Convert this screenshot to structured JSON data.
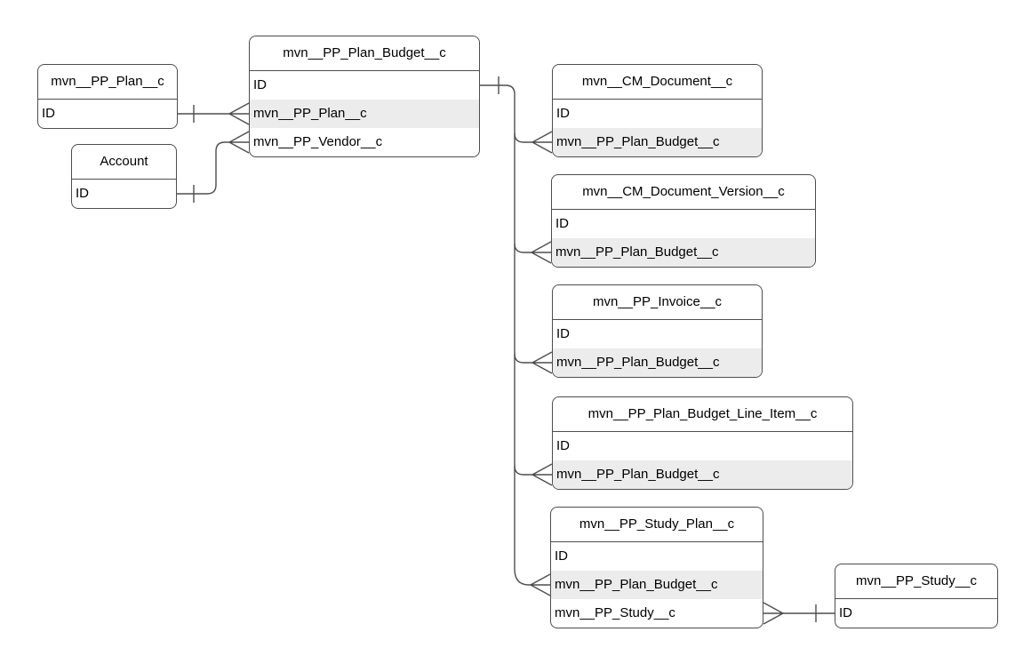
{
  "diagram": {
    "kind": "entity-relationship-diagram",
    "notation": "crows-foot",
    "colors": {
      "background": "#ffffff",
      "entity_fill": "#ffffff",
      "entity_border": "#4d4d4d",
      "edge_stroke": "#4d4d4d",
      "highlight_row_fill": "#ececec",
      "text": "#000000"
    }
  },
  "entities": [
    {
      "name": "mvn__PP_Plan__c",
      "fields": [
        {
          "label": "ID",
          "highlighted": false
        }
      ]
    },
    {
      "name": "mvn__PP_Plan_Budget__c",
      "fields": [
        {
          "label": "ID",
          "highlighted": false
        },
        {
          "label": "mvn__PP_Plan__c",
          "highlighted": true
        },
        {
          "label": "mvn__PP_Vendor__c",
          "highlighted": false
        }
      ]
    },
    {
      "name": "Account",
      "fields": [
        {
          "label": "ID",
          "highlighted": false
        }
      ]
    },
    {
      "name": "mvn__CM_Document__c",
      "fields": [
        {
          "label": "ID",
          "highlighted": false
        },
        {
          "label": "mvn__PP_Plan_Budget__c",
          "highlighted": true
        }
      ]
    },
    {
      "name": "mvn__CM_Document_Version__c",
      "fields": [
        {
          "label": "ID",
          "highlighted": false
        },
        {
          "label": "mvn__PP_Plan_Budget__c",
          "highlighted": true
        }
      ]
    },
    {
      "name": "mvn__PP_Invoice__c",
      "fields": [
        {
          "label": "ID",
          "highlighted": false
        },
        {
          "label": "mvn__PP_Plan_Budget__c",
          "highlighted": true
        }
      ]
    },
    {
      "name": "mvn__PP_Plan_Budget_Line_Item__c",
      "fields": [
        {
          "label": "ID",
          "highlighted": false
        },
        {
          "label": "mvn__PP_Plan_Budget__c",
          "highlighted": true
        }
      ]
    },
    {
      "name": "mvn__PP_Study_Plan__c",
      "fields": [
        {
          "label": "ID",
          "highlighted": false
        },
        {
          "label": "mvn__PP_Plan_Budget__c",
          "highlighted": true
        },
        {
          "label": "mvn__PP_Study__c",
          "highlighted": false
        }
      ]
    },
    {
      "name": "mvn__PP_Study__c",
      "fields": [
        {
          "label": "ID",
          "highlighted": false
        }
      ]
    }
  ],
  "relationships": [
    {
      "one_entity": "mvn__PP_Plan__c",
      "one_field": "ID",
      "many_entity": "mvn__PP_Plan_Budget__c",
      "many_field": "mvn__PP_Plan__c",
      "type": "one-to-many"
    },
    {
      "one_entity": "Account",
      "one_field": "ID",
      "many_entity": "mvn__PP_Plan_Budget__c",
      "many_field": "mvn__PP_Vendor__c",
      "type": "one-to-many"
    },
    {
      "one_entity": "mvn__PP_Plan_Budget__c",
      "one_field": "ID",
      "many_entity": "mvn__CM_Document__c",
      "many_field": "mvn__PP_Plan_Budget__c",
      "type": "one-to-many"
    },
    {
      "one_entity": "mvn__PP_Plan_Budget__c",
      "one_field": "ID",
      "many_entity": "mvn__CM_Document_Version__c",
      "many_field": "mvn__PP_Plan_Budget__c",
      "type": "one-to-many"
    },
    {
      "one_entity": "mvn__PP_Plan_Budget__c",
      "one_field": "ID",
      "many_entity": "mvn__PP_Invoice__c",
      "many_field": "mvn__PP_Plan_Budget__c",
      "type": "one-to-many"
    },
    {
      "one_entity": "mvn__PP_Plan_Budget__c",
      "one_field": "ID",
      "many_entity": "mvn__PP_Plan_Budget_Line_Item__c",
      "many_field": "mvn__PP_Plan_Budget__c",
      "type": "one-to-many"
    },
    {
      "one_entity": "mvn__PP_Plan_Budget__c",
      "one_field": "ID",
      "many_entity": "mvn__PP_Study_Plan__c",
      "many_field": "mvn__PP_Plan_Budget__c",
      "type": "one-to-many"
    },
    {
      "one_entity": "mvn__PP_Study__c",
      "one_field": "ID",
      "many_entity": "mvn__PP_Study_Plan__c",
      "many_field": "mvn__PP_Study__c",
      "type": "one-to-many"
    }
  ]
}
